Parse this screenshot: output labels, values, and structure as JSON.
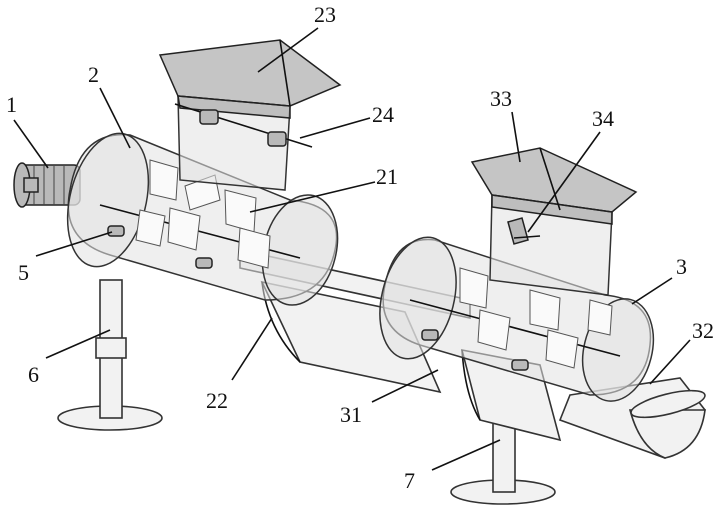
{
  "labels": {
    "l1": "1",
    "l2": "2",
    "l3": "3",
    "l5": "5",
    "l6": "6",
    "l7": "7",
    "l21": "21",
    "l22": "22",
    "l23": "23",
    "l24": "24",
    "l31": "31",
    "l32": "32",
    "l33": "33",
    "l34": "34"
  }
}
